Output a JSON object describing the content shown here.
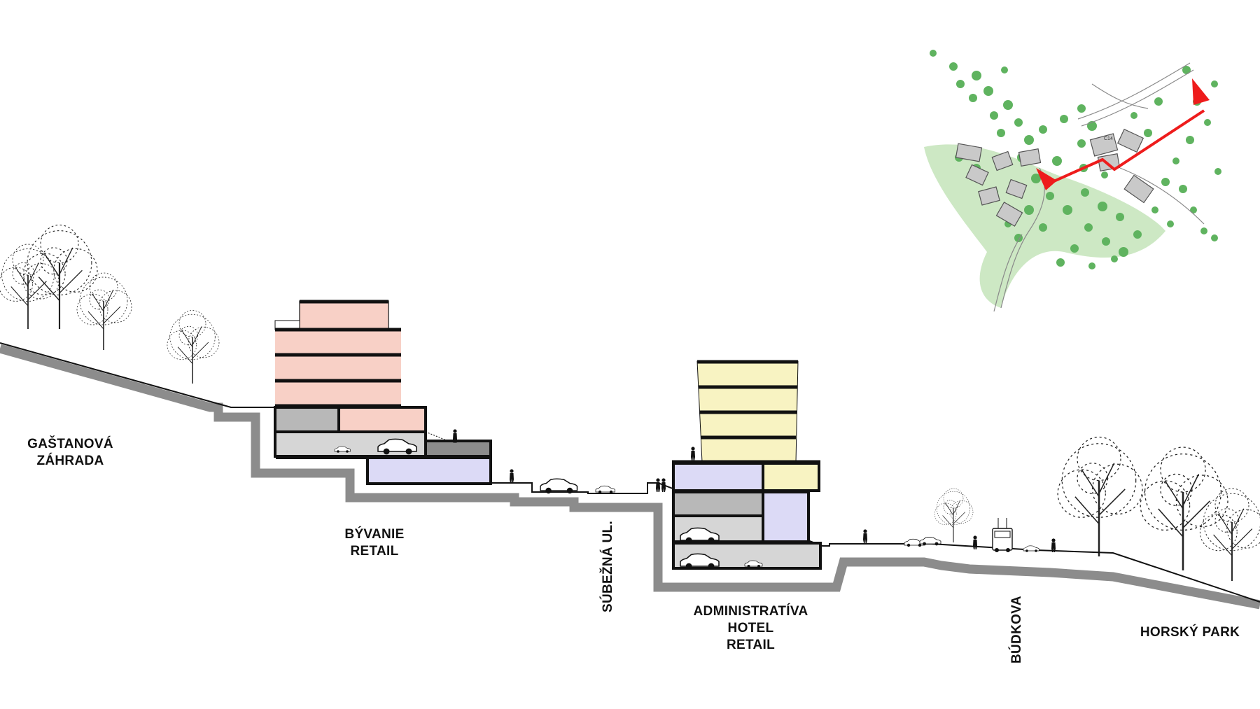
{
  "labels": {
    "gastanova_line1": "GAŠTANOVÁ",
    "gastanova_line2": "ZÁHRADA",
    "byvanie_line1": "BÝVANIE",
    "byvanie_line2": "RETAIL",
    "subezna": "SÚBEŽNÁ UL.",
    "admin_line1": "ADMINISTRATÍVA",
    "admin_line2": "HOTEL",
    "admin_line3": "RETAIL",
    "budkova": "BÚDKOVA",
    "horsky_park": "HORSKÝ PARK"
  },
  "colors": {
    "residential": "#f8d0c6",
    "office": "#f8f3c2",
    "retail_violet": "#dcdaf6",
    "garage": "#d6d6d6",
    "tech": "#b8b8b8",
    "section_cut": "#111111",
    "terrain_fill": "#8c8c8c",
    "tree_green": "#5fb35f",
    "section_arrow": "#ee1c1c"
  },
  "icons": [
    "tree-icon",
    "car-icon",
    "person-icon",
    "bus-icon",
    "section-arrow-icon"
  ]
}
